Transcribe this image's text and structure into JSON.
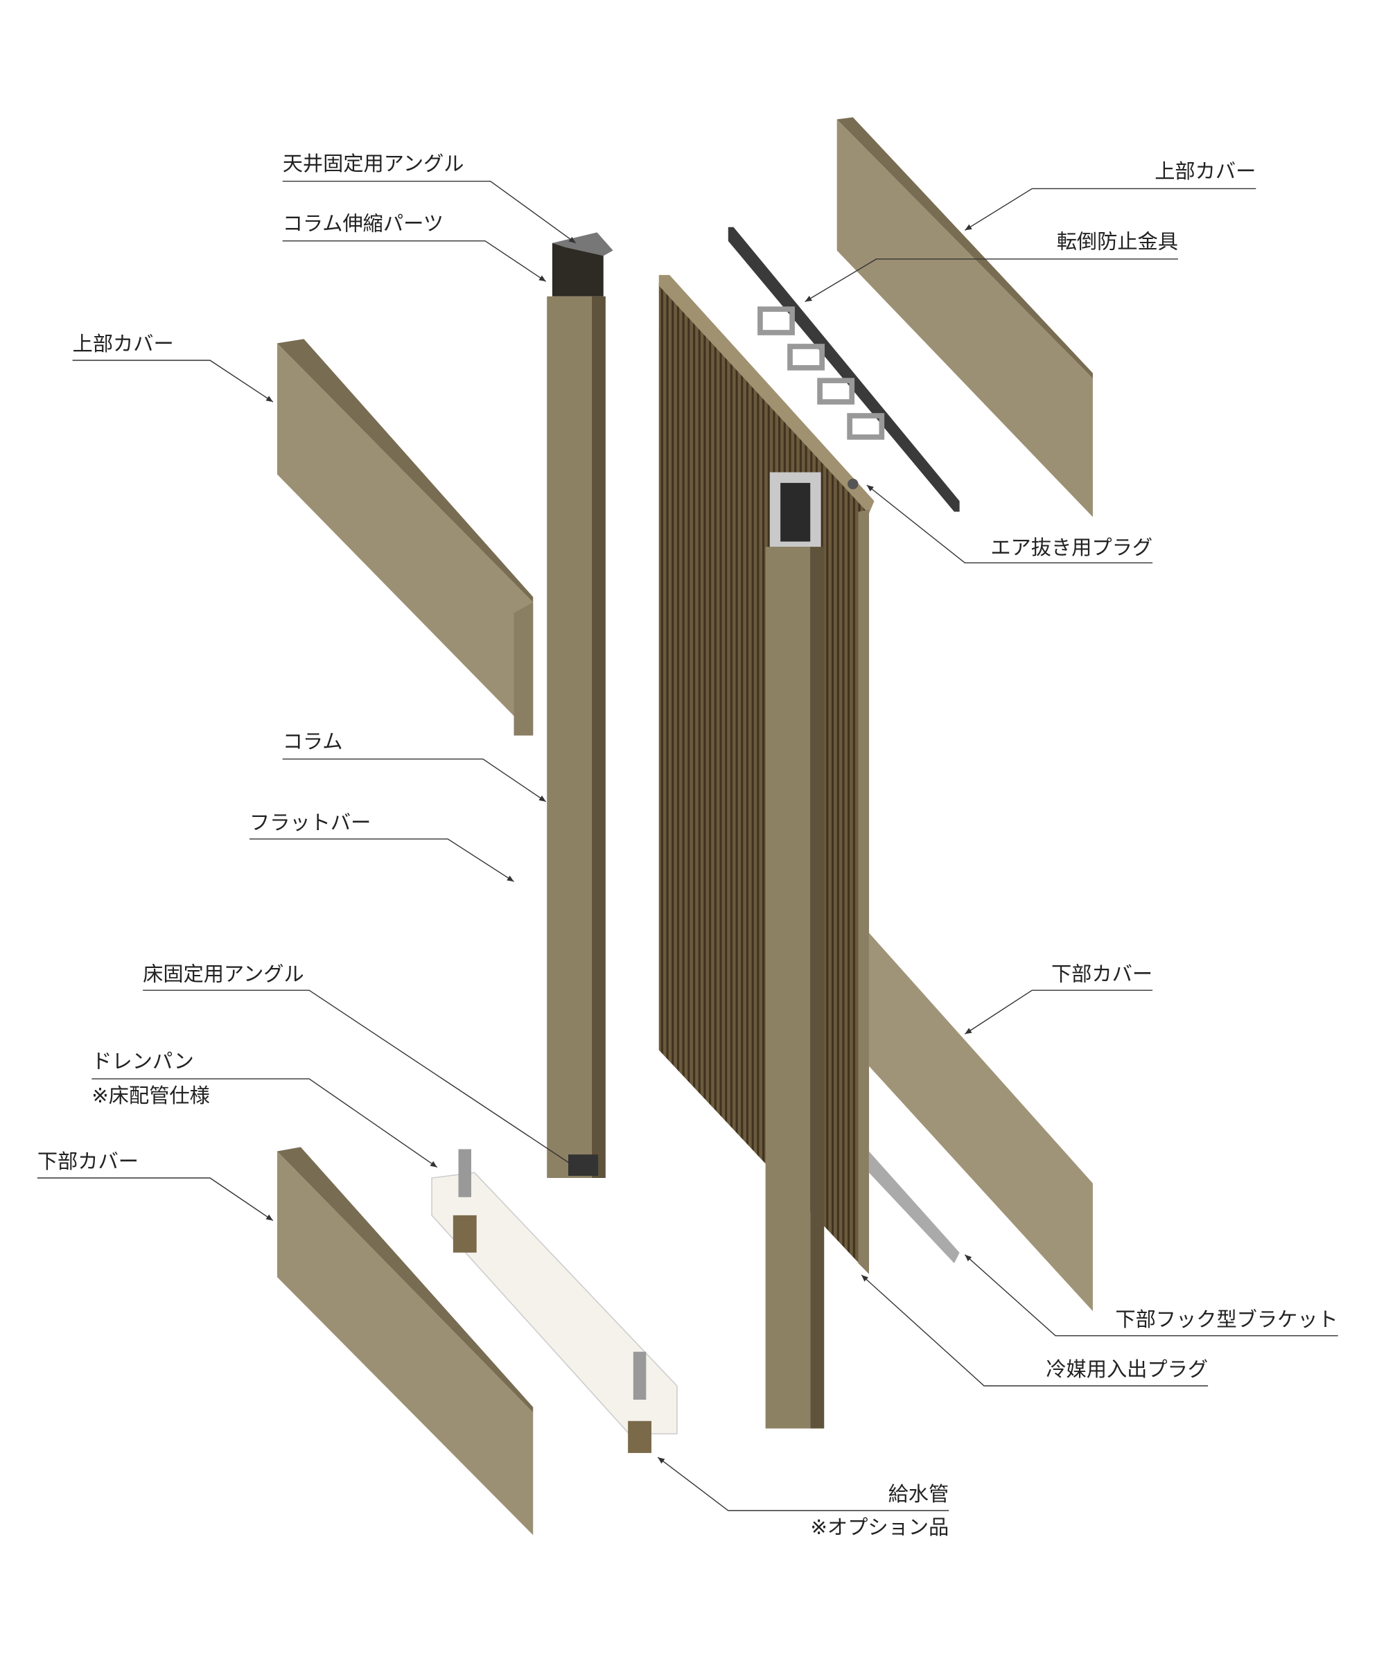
{
  "title": "Exploded parts diagram",
  "colors": {
    "body": "#8a7e63",
    "body_dark": "#5e523a",
    "fins": "#5a4a30",
    "metal": "#b8b8b8",
    "drain_pan": "#f4f2ea",
    "leader": "#333333"
  },
  "labels": {
    "ceiling_angle": "天井固定用アングル",
    "column_extension": "コラム伸縮パーツ",
    "upper_cover_left": "上部カバー",
    "column": "コラム",
    "flat_bar": "フラットバー",
    "floor_angle": "床固定用アングル",
    "drain_pan": "ドレンパン",
    "drain_pan_note": "※床配管仕様",
    "lower_cover_left": "下部カバー",
    "upper_cover_right": "上部カバー",
    "anti_tip_bracket": "転倒防止金具",
    "air_vent_plug": "エア抜き用プラグ",
    "lower_cover_right": "下部カバー",
    "lower_hook_bracket": "下部フック型ブラケット",
    "refrigerant_plug": "冷媒用入出プラグ",
    "water_pipe": "給水管",
    "water_pipe_note": "※オプション品"
  }
}
